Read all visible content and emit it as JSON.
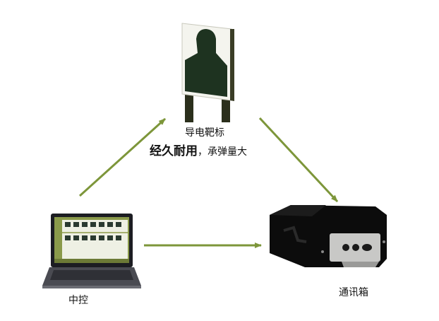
{
  "nodes": {
    "target": {
      "name": "导电靶标",
      "feature_strong": "经久耐用",
      "separator": "，",
      "feature_sub": "承弹量大"
    },
    "laptop": {
      "name": "中控"
    },
    "comm_box": {
      "name": "通讯箱"
    }
  },
  "edges": [
    {
      "from": "中控",
      "to": "导电靶标"
    },
    {
      "from": "导电靶标",
      "to": "通讯箱"
    },
    {
      "from": "中控",
      "to": "通讯箱"
    }
  ],
  "colors": {
    "arrow": "#7d963a",
    "target_board": "#1e3320",
    "screen_accent": "#8a9a4a"
  }
}
